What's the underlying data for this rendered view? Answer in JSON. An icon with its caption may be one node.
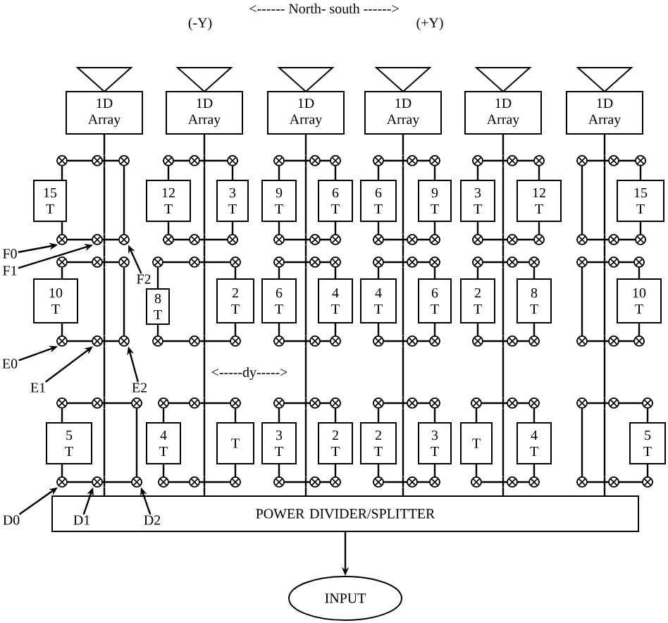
{
  "diagram": {
    "nodes": [
      {
        "text": [
          "1D Array"
        ]
      },
      {
        "text": [
          "1D Array"
        ]
      },
      {
        "text": [
          "1D Array"
        ]
      },
      {
        "text": [
          "1D Array"
        ]
      },
      {
        "text": [
          "1D Array"
        ]
      },
      {
        "text": [
          "1D Array"
        ]
      },
      {
        "text": [
          "15 T"
        ]
      },
      {
        "text": [
          "12 T"
        ]
      },
      {
        "text": [
          "3 T"
        ]
      },
      {
        "text": [
          "9 T"
        ]
      },
      {
        "text": [
          "6 T"
        ]
      },
      {
        "text": [
          "6 T"
        ]
      },
      {
        "text": [
          "9 T"
        ]
      },
      {
        "text": [
          "3 T"
        ]
      },
      {
        "text": [
          "12 T"
        ]
      },
      {
        "text": [
          "15 T"
        ]
      },
      {
        "text": [
          "F0"
        ]
      },
      {
        "text": [
          "F1"
        ]
      },
      {
        "text": [
          "F2"
        ]
      },
      {
        "text": [
          "10 T"
        ]
      },
      {
        "text": [
          "8 T"
        ]
      },
      {
        "text": [
          "2 T"
        ]
      },
      {
        "text": [
          "6 T"
        ]
      },
      {
        "text": [
          "4 T"
        ]
      },
      {
        "text": [
          "4 T"
        ]
      },
      {
        "text": [
          "6 T"
        ]
      },
      {
        "text": [
          "2 T"
        ]
      },
      {
        "text": [
          "8 T"
        ]
      },
      {
        "text": [
          "10 T"
        ]
      },
      {
        "text": [
          "E0"
        ]
      },
      {
        "text": [
          "E1"
        ]
      },
      {
        "text": [
          "E2"
        ]
      },
      {
        "text": [
          "5 T"
        ]
      },
      {
        "text": [
          "4 T"
        ]
      },
      {
        "text": [
          "T"
        ]
      },
      {
        "text": [
          "3 T"
        ]
      },
      {
        "text": [
          "2 T"
        ]
      },
      {
        "text": [
          "2 T"
        ]
      },
      {
        "text": [
          "3 T"
        ]
      },
      {
        "text": [
          "T"
        ]
      },
      {
        "text": [
          "4 T"
        ]
      },
      {
        "text": [
          "5 T"
        ]
      },
      {
        "text": [
          "POWER DIVIDER/SPLITTER"
        ]
      },
      {
        "text": [
          "D0"
        ]
      },
      {
        "text": [
          "D1"
        ],
        "in": 42
      },
      {
        "text": [
          "D2"
        ],
        "in": 42
      },
      {
        "text": [
          "INPUT"
        ]
      },
      {
        "text": [],
        "shape": "bar"
      },
      {
        "text": [],
        "shape": "bar"
      },
      {
        "text": [],
        "shape": "bar"
      },
      {
        "text": [],
        "shape": "bar"
      },
      {
        "text": [],
        "shape": "bar"
      },
      {
        "text": [],
        "shape": "bar"
      },
      {
        "text": [],
        "shape": "bar"
      },
      {
        "text": [],
        "shape": "bar"
      },
      {
        "text": [],
        "shape": "bar"
      },
      {
        "text": [],
        "shape": "bar"
      },
      {
        "text": [],
        "shape": "bar"
      },
      {
        "text": [],
        "shape": "bar"
      },
      {
        "text": [],
        "shape": "bar"
      },
      {
        "text": [],
        "shape": "bar"
      },
      {
        "text": [],
        "shape": "bar"
      },
      {
        "text": [],
        "shape": "bar"
      },
      {
        "text": [],
        "shape": "bar"
      },
      {
        "text": [],
        "shape": "bar"
      },
      {
        "text": [],
        "shape": "bar"
      },
      {
        "text": [],
        "shape": "bar"
      },
      {
        "text": [],
        "shape": "bar"
      },
      {
        "text": [],
        "shape": "bar"
      },
      {
        "text": [],
        "shape": "bar"
      },
      {
        "text": [],
        "shape": "bar"
      },
      {
        "text": [],
        "shape": "bar"
      },
      {
        "text": [],
        "shape": "bar"
      },
      {
        "text": [],
        "shape": "bar"
      },
      {
        "text": [],
        "shape": "bar"
      },
      {
        "text": [],
        "shape": "bar"
      },
      {
        "text": [],
        "shape": "bar"
      },
      {
        "text": [],
        "shape": "bar"
      },
      {
        "text": [],
        "shape": "bar"
      },
      {
        "text": [],
        "shape": "bar"
      },
      {
        "text": [],
        "shape": "bar"
      },
      {
        "text": [],
        "shape": "bar"
      },
      {
        "text": [],
        "shape": "bar"
      }
    ],
    "edges": [
      {
        "from": 0,
        "to": 47,
        "arrow": "none"
      },
      {
        "from": 47,
        "to": 53,
        "arrow": "none"
      },
      {
        "from": 53,
        "to": 59,
        "arrow": "none"
      },
      {
        "from": 59,
        "to": 65,
        "arrow": "none"
      },
      {
        "from": 65,
        "to": 71,
        "arrow": "none"
      },
      {
        "from": 71,
        "to": 77,
        "arrow": "none"
      },
      {
        "from": 77,
        "to": 42,
        "arrow": "none"
      },
      {
        "from": 1,
        "to": 48,
        "arrow": "none"
      },
      {
        "from": 48,
        "to": 54,
        "arrow": "none"
      },
      {
        "from": 54,
        "to": 60,
        "arrow": "none"
      },
      {
        "from": 60,
        "to": 66,
        "arrow": "none"
      },
      {
        "from": 66,
        "to": 72,
        "arrow": "none"
      },
      {
        "from": 72,
        "to": 78,
        "arrow": "none"
      },
      {
        "from": 78,
        "to": 42,
        "arrow": "none"
      },
      {
        "from": 2,
        "to": 49,
        "arrow": "none"
      },
      {
        "from": 49,
        "to": 55,
        "arrow": "none"
      },
      {
        "from": 55,
        "to": 61,
        "arrow": "none"
      },
      {
        "from": 61,
        "to": 67,
        "arrow": "none"
      },
      {
        "from": 67,
        "to": 73,
        "arrow": "none"
      },
      {
        "from": 73,
        "to": 79,
        "arrow": "none"
      },
      {
        "from": 79,
        "to": 42,
        "arrow": "none"
      },
      {
        "from": 3,
        "to": 50,
        "arrow": "none"
      },
      {
        "from": 50,
        "to": 56,
        "arrow": "none"
      },
      {
        "from": 56,
        "to": 62,
        "arrow": "none"
      },
      {
        "from": 62,
        "to": 68,
        "arrow": "none"
      },
      {
        "from": 68,
        "to": 74,
        "arrow": "none"
      },
      {
        "from": 74,
        "to": 80,
        "arrow": "none"
      },
      {
        "from": 80,
        "to": 42,
        "arrow": "none"
      },
      {
        "from": 4,
        "to": 51,
        "arrow": "none"
      },
      {
        "from": 51,
        "to": 57,
        "arrow": "none"
      },
      {
        "from": 57,
        "to": 63,
        "arrow": "none"
      },
      {
        "from": 63,
        "to": 69,
        "arrow": "none"
      },
      {
        "from": 69,
        "to": 75,
        "arrow": "none"
      },
      {
        "from": 75,
        "to": 81,
        "arrow": "none"
      },
      {
        "from": 81,
        "to": 42,
        "arrow": "none"
      },
      {
        "from": 5,
        "to": 52,
        "arrow": "none"
      },
      {
        "from": 52,
        "to": 58,
        "arrow": "none"
      },
      {
        "from": 58,
        "to": 64,
        "arrow": "none"
      },
      {
        "from": 64,
        "to": 70,
        "arrow": "none"
      },
      {
        "from": 70,
        "to": 76,
        "arrow": "none"
      },
      {
        "from": 76,
        "to": 82,
        "arrow": "none"
      },
      {
        "from": 82,
        "to": 42,
        "arrow": "none"
      },
      {
        "from": 47,
        "to": 6,
        "arrow": "none"
      },
      {
        "from": 6,
        "to": 53,
        "arrow": "none"
      },
      {
        "from": 48,
        "to": 7,
        "arrow": "none"
      },
      {
        "from": 7,
        "to": 54,
        "arrow": "none"
      },
      {
        "from": 48,
        "to": 8,
        "arrow": "none"
      },
      {
        "from": 8,
        "to": 54,
        "arrow": "none"
      },
      {
        "from": 49,
        "to": 9,
        "arrow": "none"
      },
      {
        "from": 9,
        "to": 55,
        "arrow": "none"
      },
      {
        "from": 49,
        "to": 10,
        "arrow": "none"
      },
      {
        "from": 10,
        "to": 55,
        "arrow": "none"
      },
      {
        "from": 50,
        "to": 11,
        "arrow": "none"
      },
      {
        "from": 11,
        "to": 56,
        "arrow": "none"
      },
      {
        "from": 50,
        "to": 12,
        "arrow": "none"
      },
      {
        "from": 12,
        "to": 56,
        "arrow": "none"
      },
      {
        "from": 51,
        "to": 13,
        "arrow": "none"
      },
      {
        "from": 13,
        "to": 57,
        "arrow": "none"
      },
      {
        "from": 51,
        "to": 14,
        "arrow": "none"
      },
      {
        "from": 14,
        "to": 57,
        "arrow": "none"
      },
      {
        "from": 52,
        "to": 15,
        "arrow": "none"
      },
      {
        "from": 15,
        "to": 58,
        "arrow": "none"
      },
      {
        "from": 59,
        "to": 19,
        "arrow": "none"
      },
      {
        "from": 19,
        "to": 65,
        "arrow": "none"
      },
      {
        "from": 60,
        "to": 20,
        "arrow": "none"
      },
      {
        "from": 20,
        "to": 66,
        "arrow": "none"
      },
      {
        "from": 60,
        "to": 21,
        "arrow": "none"
      },
      {
        "from": 21,
        "to": 66,
        "arrow": "none"
      },
      {
        "from": 61,
        "to": 22,
        "arrow": "none"
      },
      {
        "from": 22,
        "to": 67,
        "arrow": "none"
      },
      {
        "from": 61,
        "to": 23,
        "arrow": "none"
      },
      {
        "from": 23,
        "to": 67,
        "arrow": "none"
      },
      {
        "from": 62,
        "to": 24,
        "arrow": "none"
      },
      {
        "from": 24,
        "to": 68,
        "arrow": "none"
      },
      {
        "from": 62,
        "to": 25,
        "arrow": "none"
      },
      {
        "from": 25,
        "to": 68,
        "arrow": "none"
      },
      {
        "from": 63,
        "to": 26,
        "arrow": "none"
      },
      {
        "from": 26,
        "to": 69,
        "arrow": "none"
      },
      {
        "from": 63,
        "to": 27,
        "arrow": "none"
      },
      {
        "from": 27,
        "to": 69,
        "arrow": "none"
      },
      {
        "from": 64,
        "to": 28,
        "arrow": "none"
      },
      {
        "from": 28,
        "to": 70,
        "arrow": "none"
      },
      {
        "from": 71,
        "to": 32,
        "arrow": "none"
      },
      {
        "from": 32,
        "to": 77,
        "arrow": "none"
      },
      {
        "from": 72,
        "to": 33,
        "arrow": "none"
      },
      {
        "from": 33,
        "to": 78,
        "arrow": "none"
      },
      {
        "from": 72,
        "to": 34,
        "arrow": "none"
      },
      {
        "from": 34,
        "to": 78,
        "arrow": "none"
      },
      {
        "from": 73,
        "to": 35,
        "arrow": "none"
      },
      {
        "from": 35,
        "to": 79,
        "arrow": "none"
      },
      {
        "from": 73,
        "to": 36,
        "arrow": "none"
      },
      {
        "from": 36,
        "to": 79,
        "arrow": "none"
      },
      {
        "from": 74,
        "to": 37,
        "arrow": "none"
      },
      {
        "from": 37,
        "to": 80,
        "arrow": "none"
      },
      {
        "from": 74,
        "to": 38,
        "arrow": "none"
      },
      {
        "from": 38,
        "to": 80,
        "arrow": "none"
      },
      {
        "from": 75,
        "to": 39,
        "arrow": "none"
      },
      {
        "from": 39,
        "to": 81,
        "arrow": "none"
      },
      {
        "from": 75,
        "to": 40,
        "arrow": "none"
      },
      {
        "from": 40,
        "to": 81,
        "arrow": "none"
      },
      {
        "from": 76,
        "to": 41,
        "arrow": "none"
      },
      {
        "from": 41,
        "to": 82,
        "arrow": "none"
      },
      {
        "from": 47,
        "to": 53,
        "arrow": "none"
      },
      {
        "from": 59,
        "to": 65,
        "arrow": "none"
      },
      {
        "from": 71,
        "to": 77,
        "arrow": "none"
      },
      {
        "from": 52,
        "to": 58,
        "arrow": "none"
      },
      {
        "from": 64,
        "to": 70,
        "arrow": "none"
      },
      {
        "from": 76,
        "to": 82,
        "arrow": "none"
      },
      {
        "from": 42,
        "to": 46,
        "arrow": "to"
      },
      {
        "from": 16,
        "to": 53,
        "arrow": "to"
      },
      {
        "from": 17,
        "to": 53,
        "arrow": "to"
      },
      {
        "from": 18,
        "to": 53,
        "arrow": "to"
      },
      {
        "from": 29,
        "to": 65,
        "arrow": "to"
      },
      {
        "from": 30,
        "to": 65,
        "arrow": "to"
      },
      {
        "from": 31,
        "to": 65,
        "arrow": "to"
      },
      {
        "from": 43,
        "to": 77,
        "arrow": "to"
      },
      {
        "from": 44,
        "to": 77,
        "arrow": "to"
      },
      {
        "from": 45,
        "to": 77,
        "arrow": "to"
      }
    ],
    "labels": [
      "<------ North- south ------>",
      "(-Y)",
      "(+Y)",
      "<-----dy----->"
    ]
  }
}
